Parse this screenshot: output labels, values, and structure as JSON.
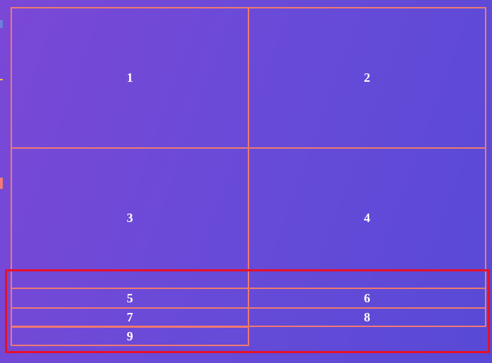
{
  "grid": {
    "cells": [
      {
        "label": "1"
      },
      {
        "label": "2"
      },
      {
        "label": "3"
      },
      {
        "label": "4"
      },
      {
        "label": "5"
      },
      {
        "label": "6"
      },
      {
        "label": "7"
      },
      {
        "label": "8"
      },
      {
        "label": "9"
      }
    ]
  },
  "colors": {
    "gradient_start": "#7b47d6",
    "gradient_end": "#574ad6",
    "cell_border": "#f07a6f",
    "highlight_border": "#e8102a",
    "text": "#ffffff"
  }
}
